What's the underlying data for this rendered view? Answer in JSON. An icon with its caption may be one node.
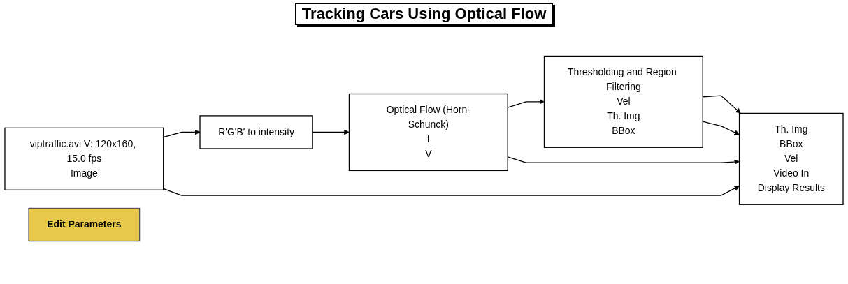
{
  "diagram": {
    "title": "Tracking Cars Using Optical Flow",
    "nodes": [
      {
        "text": [
          "viptraffic.avi V: 120x160, 15.0 fps",
          "Image"
        ]
      },
      {
        "text": [
          "R'G'B' to intensity"
        ]
      },
      {
        "text": [
          "Optical Flow (Horn-Schunck)",
          "I",
          "V"
        ]
      },
      {
        "text": [
          "Thresholding and Region Filtering",
          "Vel",
          "Th. Img",
          "BBox"
        ]
      },
      {
        "text": [
          "Th. Img",
          "BBox",
          "Vel",
          "Video In",
          "Display Results"
        ]
      },
      {
        "text": [
          "Edit Parameters"
        ]
      }
    ],
    "edges": [
      {
        "from": 0,
        "to": 1,
        "arrow": "to"
      },
      {
        "from": 1,
        "to": 2,
        "arrow": "to"
      },
      {
        "from": 2,
        "to": 3,
        "arrow": "to"
      },
      {
        "from": 3,
        "to": 4,
        "arrow": "to"
      },
      {
        "from": 3,
        "to": 4,
        "arrow": "to"
      },
      {
        "from": 2,
        "to": 4,
        "arrow": "to"
      },
      {
        "from": 0,
        "to": 4,
        "arrow": "to"
      }
    ]
  }
}
